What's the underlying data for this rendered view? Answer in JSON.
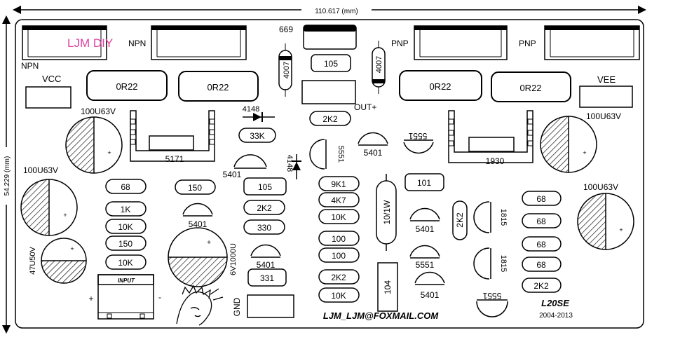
{
  "dimensions": {
    "width_label": "110.617 (mm)",
    "height_label": "54.229 (mm)"
  },
  "brand": {
    "logo_text": "LJM DIY",
    "logo_color": "#e040a0",
    "email": "LJM_LJM@FOXMAIL.COM",
    "model": "L20SE",
    "years": "2004-2013"
  },
  "transistors_top": {
    "npn_left": "NPN",
    "npn_right": "NPN",
    "pnp_left": "PNP",
    "pnp_right": "PNP"
  },
  "power": {
    "vcc": "VCC",
    "vee": "VEE",
    "out": "OUT+",
    "gnd": "GND",
    "input": "INPUT",
    "plus": "+",
    "minus": "-"
  },
  "emitter_resistors": [
    "0R22",
    "0R22",
    "0R22",
    "0R22"
  ],
  "capacitors": {
    "c1": "100U63V",
    "c2": "100U63V",
    "c3": "100U63V",
    "c4": "100U63V",
    "c5": "47U50V",
    "c6": "6V1000U",
    "polarity": "+"
  },
  "heatsink_parts": {
    "left": "5171",
    "right": "1930"
  },
  "top_parts": {
    "t669": "669",
    "r105_top": "105",
    "d4007_left": "4007",
    "d4007_right": "4007"
  },
  "diodes": {
    "d4148_a": "4148",
    "d4148_b": "4148"
  },
  "small_transistors": {
    "q5401_a": "5401",
    "q5551_a": "5551",
    "q5401_b": "5401",
    "q5551_b": "5551",
    "q5401_c": "5401",
    "q5401_d": "5401",
    "q5551_c": "5551",
    "q5401_e": "5401",
    "q5551_d": "5551",
    "q1815_a": "1815",
    "q1815_b": "1815",
    "q5401_f": "5401"
  },
  "resistors_left": [
    "68",
    "1K",
    "10K",
    "150",
    "10K"
  ],
  "resistors_mid": [
    "150",
    "105",
    "2K2",
    "330",
    "331",
    "33K"
  ],
  "resistors_center": [
    "2K2",
    "9K1",
    "4K7",
    "10K",
    "100",
    "100",
    "2K2",
    "10K"
  ],
  "resistors_right": [
    "68",
    "68",
    "68",
    "68",
    "2K2"
  ],
  "misc_parts": {
    "r10w": "10/1W",
    "r101": "101",
    "r104": "104",
    "r2k2_v": "2K2"
  }
}
